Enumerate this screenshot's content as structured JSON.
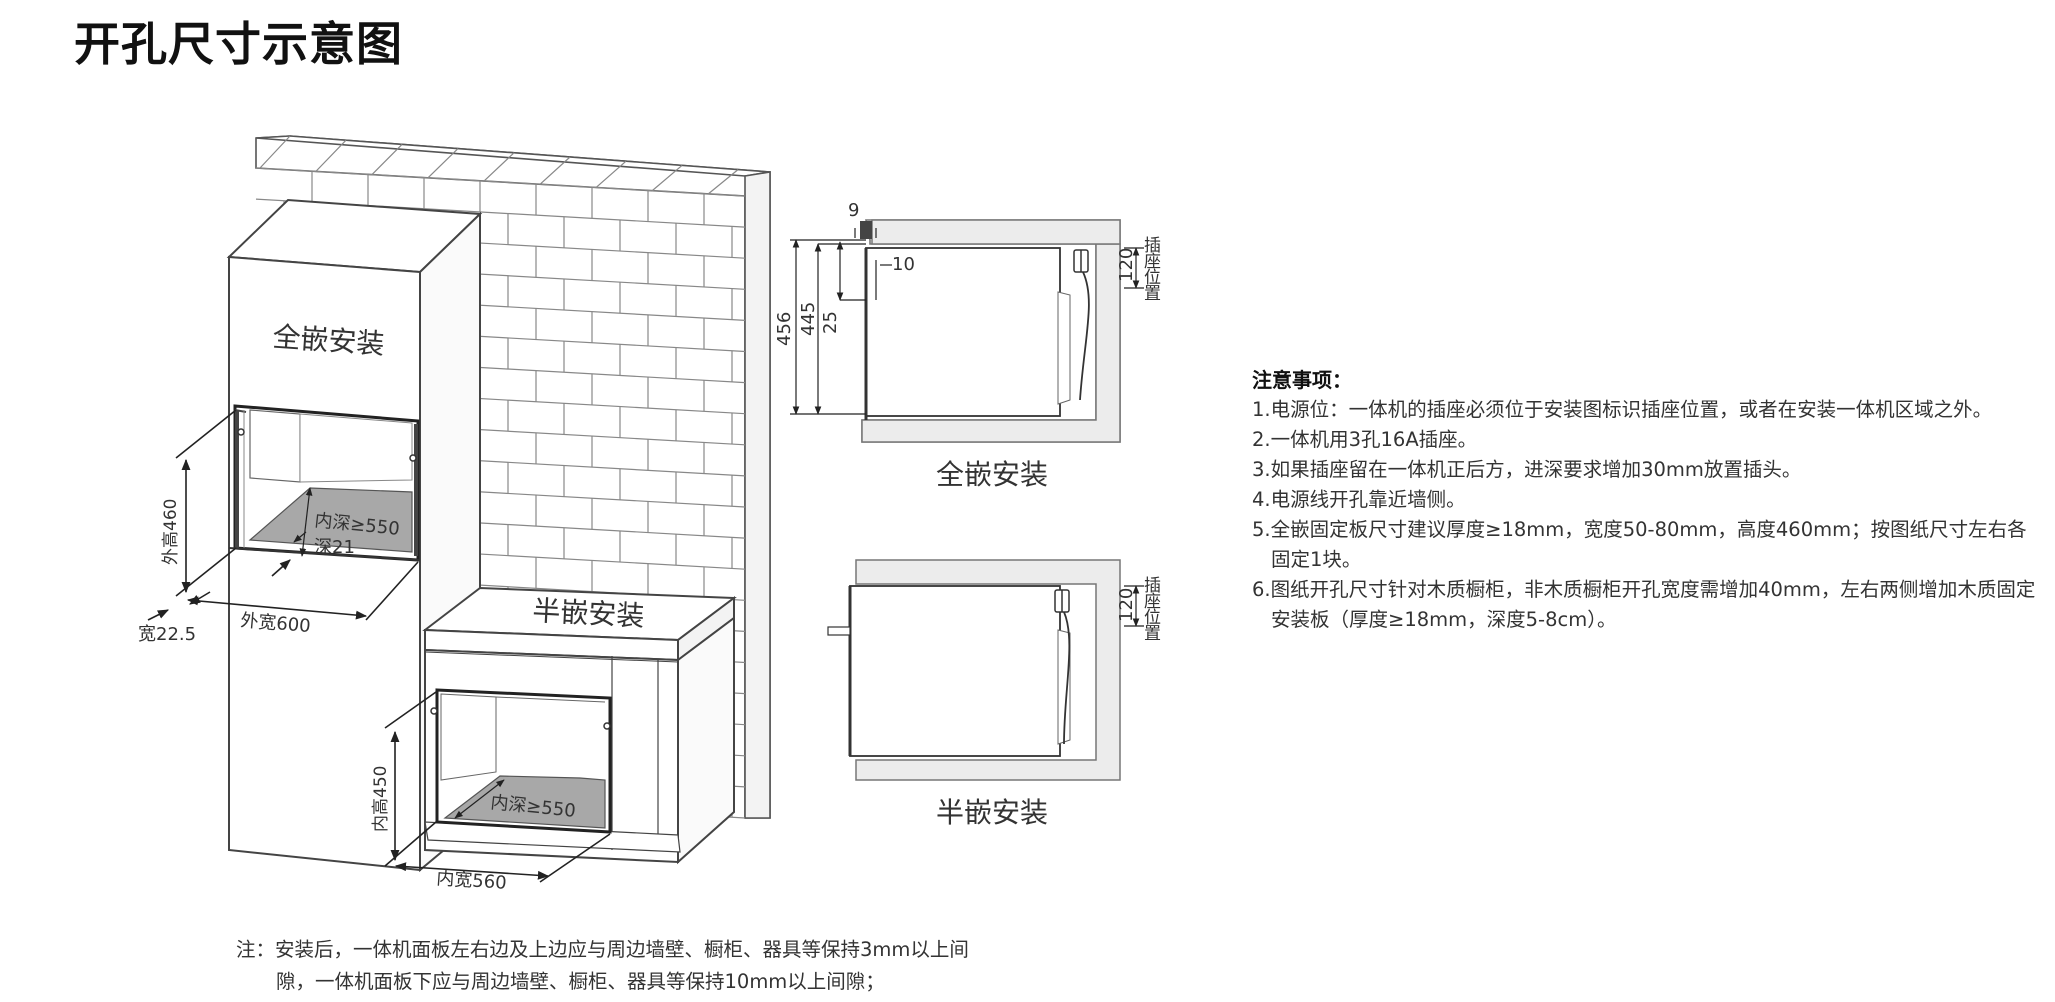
{
  "title": "开孔尺寸示意图",
  "diagram": {
    "full_embed_label": "全嵌安装",
    "half_embed_label": "半嵌安装",
    "outer_height": "外高460",
    "outer_width": "外宽600",
    "side_width": "宽22.5",
    "inner_depth_550": "内深≥550",
    "depth_21": "深21",
    "inner_depth_550_b": "内深≥550",
    "inner_height_450": "内高450",
    "inner_width_560": "内宽560",
    "dim_9": "9",
    "dim_10": "10",
    "dim_456": "456",
    "dim_445": "445",
    "dim_25": "25",
    "dim_120": "120",
    "socket_position": "插座位置",
    "side_full_caption": "全嵌安装",
    "side_half_caption": "半嵌安装",
    "dim_120_b": "120",
    "socket_position_b": "插座位置"
  },
  "notes": {
    "heading": "注意事项：",
    "items": [
      "1.电源位：一体机的插座必须位于安装图标识插座位置，或者在安装一体机区域之外。",
      "2.一体机用3孔16A插座。",
      "3.如果插座留在一体机正后方，进深要求增加30mm放置插头。",
      "4.电源线开孔靠近墙侧。",
      "5.全嵌固定板尺寸建议厚度≥18mm，宽度50-80mm，高度460mm；按图纸尺寸左右各固定1块。",
      "6.图纸开孔尺寸针对木质橱柜，非木质橱柜开孔宽度需增加40mm，左右两侧增加木质固定安装板（厚度≥18mm，深度5-8cm）。"
    ]
  },
  "footnote": {
    "line1": "注：安装后，一体机面板左右边及上边应与周边墙壁、橱柜、器具等保持3mm以上间",
    "line2": "隙，一体机面板下应与周边墙壁、橱柜、器具等保持10mm以上间隙；"
  }
}
